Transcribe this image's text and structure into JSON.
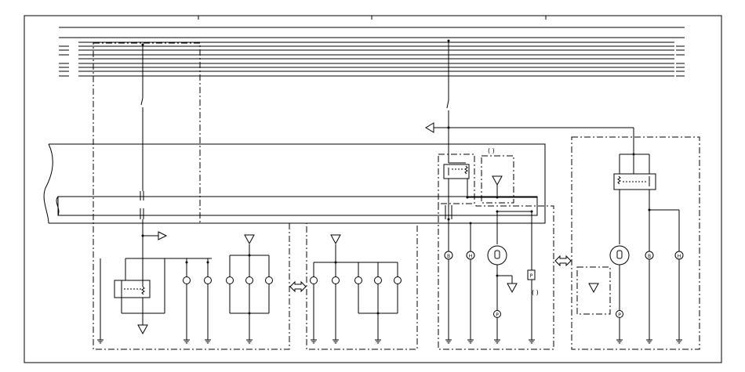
{
  "diagram": {
    "type": "wiring-schematic",
    "bracket_labels": [
      "(   )",
      "(   )"
    ],
    "component_letters": {
      "lamp_b": "B",
      "lamp_h": "H",
      "connector_p": "P"
    },
    "icons": [
      "ground-symbol",
      "signal-arrow-icon",
      "double-arrow-icon",
      "relay-icon",
      "motor-icon",
      "lamp-icon",
      "switch-icon"
    ]
  }
}
